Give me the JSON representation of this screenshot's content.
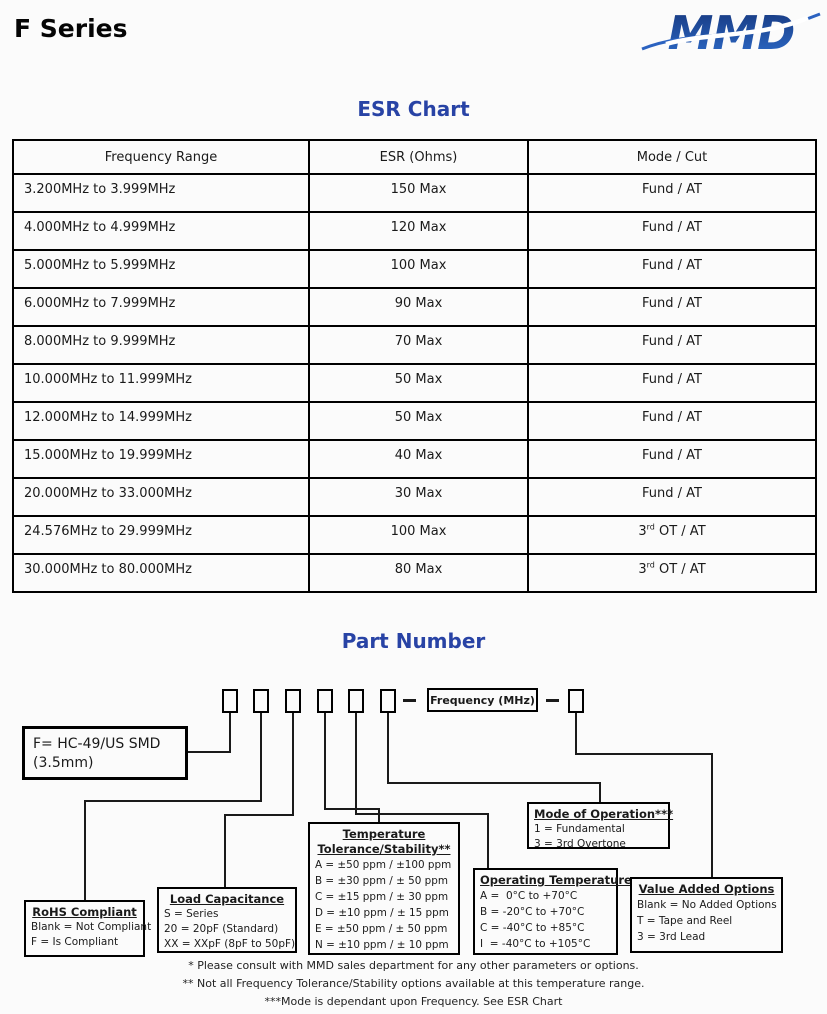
{
  "header": {
    "title": "F Series",
    "logo_text": "MMD"
  },
  "colors": {
    "accent_blue": "#2843A5",
    "logo_blue_dark": "#16367C",
    "logo_blue_light": "#2E6CCB",
    "border_black": "#000000"
  },
  "esr_chart": {
    "title": "ESR Chart",
    "columns": [
      "Frequency Range",
      "ESR (Ohms)",
      "Mode / Cut"
    ],
    "rows": [
      {
        "range": "3.200MHz to 3.999MHz",
        "esr": "150 Max",
        "mode": "Fund / AT"
      },
      {
        "range": "4.000MHz to 4.999MHz",
        "esr": "120 Max",
        "mode": "Fund / AT"
      },
      {
        "range": "5.000MHz to 5.999MHz",
        "esr": "100 Max",
        "mode": "Fund / AT"
      },
      {
        "range": "6.000MHz to 7.999MHz",
        "esr": "90 Max",
        "mode": "Fund / AT"
      },
      {
        "range": "8.000MHz to 9.999MHz",
        "esr": "70 Max",
        "mode": "Fund / AT"
      },
      {
        "range": "10.000MHz to 11.999MHz",
        "esr": "50 Max",
        "mode": "Fund / AT"
      },
      {
        "range": "12.000MHz to 14.999MHz",
        "esr": "50 Max",
        "mode": "Fund / AT"
      },
      {
        "range": "15.000MHz to 19.999MHz",
        "esr": "40 Max",
        "mode": "Fund / AT"
      },
      {
        "range": "20.000MHz to 33.000MHz",
        "esr": "30 Max",
        "mode": "Fund / AT"
      },
      {
        "range": "24.576MHz to 29.999MHz",
        "esr": "100 Max",
        "mode": "3rd OT / AT"
      },
      {
        "range": "30.000MHz to 80.000MHz",
        "esr": "80 Max",
        "mode": "3rd OT / AT"
      }
    ]
  },
  "part_number": {
    "title": "Part Number",
    "frequency_label": "Frequency (MHz)",
    "series_box": {
      "line1": "F= HC-49/US SMD",
      "line2": "(3.5mm)"
    },
    "rohs": {
      "title": "RoHS Compliant",
      "items": [
        "Blank = Not Compliant",
        "F = Is Compliant"
      ]
    },
    "load_capacitance": {
      "title": "Load Capacitance",
      "items": [
        "S = Series",
        "20 = 20pF (Standard)",
        "XX = XXpF (8pF to 50pF)"
      ]
    },
    "temperature": {
      "title_line1": "Temperature",
      "title_line2": "Tolerance/Stability**",
      "items": [
        "A = ±50 ppm / ±100 ppm",
        "B = ±30 ppm / ± 50 ppm",
        "C = ±15 ppm / ± 30 ppm",
        "D = ±10 ppm / ± 15 ppm",
        "E = ±50 ppm / ± 50 ppm",
        "N = ±10 ppm / ± 10 ppm"
      ]
    },
    "operating_temperature": {
      "title": "Operating Temperature",
      "items": [
        "A =  0°C to +70°C",
        "B = -20°C to +70°C",
        "C = -40°C to +85°C",
        "I  = -40°C to +105°C"
      ]
    },
    "mode_of_operation": {
      "title": "Mode of Operation***",
      "items": [
        "1 = Fundamental",
        "3 = 3rd Overtone"
      ]
    },
    "value_added_options": {
      "title": "Value Added Options",
      "items": [
        "Blank = No Added Options",
        "T = Tape and Reel",
        "3 = 3rd Lead"
      ]
    }
  },
  "footnotes": [
    "* Please consult with MMD sales department for any other parameters or options.",
    "** Not all Frequency Tolerance/Stability options available at this temperature range.",
    "***Mode is dependant upon Frequency. See ESR Chart"
  ]
}
